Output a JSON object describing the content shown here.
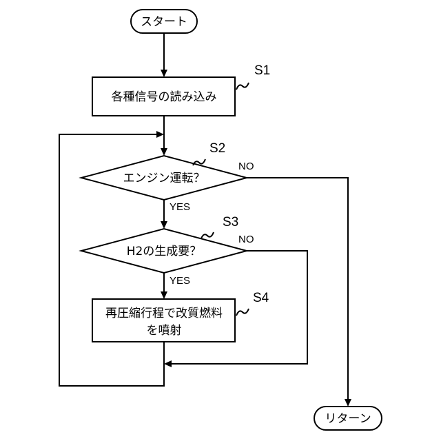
{
  "flowchart": {
    "start": "スタート",
    "end": "リターン",
    "steps": {
      "s1": {
        "id": "S1",
        "text": "各種信号の読み込み"
      },
      "s2": {
        "id": "S2",
        "text": "エンジン運転？",
        "yes": "YES",
        "no": "NO"
      },
      "s3": {
        "id": "S3",
        "text": "H2の生成要？",
        "yes": "YES",
        "no": "NO"
      },
      "s4": {
        "id": "S4",
        "line1": "再圧縮行程で改質燃料",
        "line2": "を噴射"
      }
    }
  }
}
